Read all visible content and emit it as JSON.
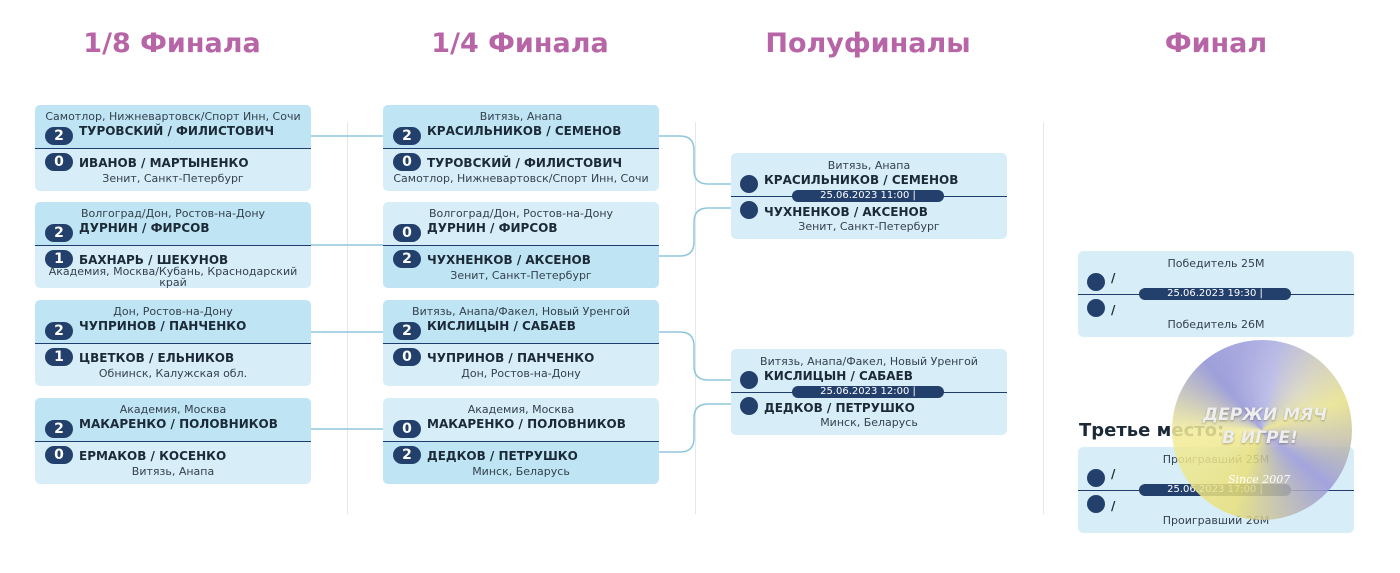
{
  "rounds": {
    "r16": "1/8 Финала",
    "qf": "1/4 Финала",
    "sf": "Полуфиналы",
    "final": "Финал"
  },
  "r16": [
    {
      "top_city": "Самотлор, Нижневартовск/Спорт Инн, Сочи",
      "team1": "ТУРОВСКИЙ / ФИЛИСТОВИЧ",
      "score1": "2",
      "team2": "ИВАНОВ / МАРТЫНЕНКО",
      "score2": "0",
      "bottom_city": "Зенит, Санкт-Петербург"
    },
    {
      "top_city": "Волгоград/Дон, Ростов-на-Дону",
      "team1": "ДУРНИН / ФИРСОВ",
      "score1": "2",
      "team2": "БАХНАРЬ / ШЕКУНОВ",
      "score2": "1",
      "bottom_city": "Академия, Москва/Кубань, Краснодарский край"
    },
    {
      "top_city": "Дон, Ростов-на-Дону",
      "team1": "ЧУПРИНОВ / ПАНЧЕНКО",
      "score1": "2",
      "team2": "ЦВЕТКОВ / ЕЛЬНИКОВ",
      "score2": "1",
      "bottom_city": "Обнинск, Калужская обл."
    },
    {
      "top_city": "Академия, Москва",
      "team1": "МАКАРЕНКО / ПОЛОВНИКОВ",
      "score1": "2",
      "team2": "ЕРМАКОВ / КОСЕНКО",
      "score2": "0",
      "bottom_city": "Витязь, Анапа"
    }
  ],
  "qf": [
    {
      "top_city": "Витязь, Анапа",
      "team1": "КРАСИЛЬНИКОВ / СЕМЕНОВ",
      "score1": "2",
      "team2": "ТУРОВСКИЙ / ФИЛИСТОВИЧ",
      "score2": "0",
      "bottom_city": "Самотлор, Нижневартовск/Спорт Инн, Сочи"
    },
    {
      "top_city": "Волгоград/Дон, Ростов-на-Дону",
      "team1": "ДУРНИН / ФИРСОВ",
      "score1": "0",
      "team2": "ЧУХНЕНКОВ / АКСЕНОВ",
      "score2": "2",
      "bottom_city": "Зенит, Санкт-Петербург"
    },
    {
      "top_city": "Витязь, Анапа/Факел, Новый Уренгой",
      "team1": "КИСЛИЦЫН / САБАЕВ",
      "score1": "2",
      "team2": "ЧУПРИНОВ / ПАНЧЕНКО",
      "score2": "0",
      "bottom_city": "Дон, Ростов-на-Дону"
    },
    {
      "top_city": "Академия, Москва",
      "team1": "МАКАРЕНКО / ПОЛОВНИКОВ",
      "score1": "0",
      "team2": "ДЕДКОВ / ПЕТРУШКО",
      "score2": "2",
      "bottom_city": "Минск, Беларусь"
    }
  ],
  "sf": [
    {
      "top_city": "Витязь, Анапа",
      "team1": "КРАСИЛЬНИКОВ / СЕМЕНОВ",
      "date": "25.06.2023 11:00  |",
      "team2": "ЧУХНЕНКОВ / АКСЕНОВ",
      "bottom_city": "Зенит, Санкт-Петербург"
    },
    {
      "top_city": "Витязь, Анапа/Факел, Новый Уренгой",
      "team1": "КИСЛИЦЫН / САБАЕВ",
      "date": "25.06.2023 12:00  |",
      "team2": "ДЕДКОВ / ПЕТРУШКО",
      "bottom_city": "Минск, Беларусь"
    }
  ],
  "final": {
    "top_city": "Победитель 25M",
    "team1": "/",
    "date": "25.06.2023 19:30  |",
    "team2": "/",
    "bottom_city": "Победитель 26M"
  },
  "third": {
    "label": "Третье место:",
    "top_city": "Проигравший 25M",
    "team1": "/",
    "date": "25.06.2023 17:00  |",
    "team2": "/",
    "bottom_city": "Проигравший 26M"
  },
  "watermark": {
    "line1": "ДЕРЖИ МЯЧ",
    "line2": "В ИГРЕ!",
    "since": "Since 2007"
  },
  "colors": {
    "title": "#b765a6",
    "card": "#d7eef8",
    "accent": "#23406d"
  }
}
